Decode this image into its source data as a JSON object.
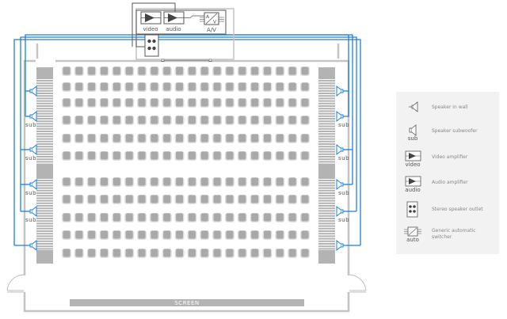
{
  "equipment": {
    "video_label": "video",
    "audio_label": "audio",
    "av_label": "A/V",
    "switch_glyph_a": "A",
    "switch_glyph_v": "V"
  },
  "room": {
    "screen_label": "SCREEN",
    "seat_columns": 20,
    "seat_rows_front_block": 6,
    "seat_rows_back_block": 5
  },
  "speakers": {
    "sub_label": "sub"
  },
  "legend": {
    "items": [
      {
        "icon": "speaker-in-wall-icon",
        "label": "Speaker in wall",
        "caption": ""
      },
      {
        "icon": "speaker-subwoofer-icon",
        "label": "Speaker subwoofer",
        "caption": "sub"
      },
      {
        "icon": "video-amplifier-icon",
        "label": "Video amplifier",
        "caption": "video"
      },
      {
        "icon": "audio-amplifier-icon",
        "label": "Audio amplifier",
        "caption": "audio"
      },
      {
        "icon": "stereo-speaker-outlet-icon",
        "label": "Stereo speaker outlet",
        "caption": ""
      },
      {
        "icon": "generic-automatic-switcher-icon",
        "label": "Generic automatic",
        "label2": "switcher",
        "caption": "auto"
      }
    ]
  },
  "colors": {
    "wire": "#1f7fd6",
    "wall": "#bdbdbd",
    "seat": "#a9a9a9",
    "legend_bg": "#f2f2f2",
    "equipment": "#555555"
  }
}
